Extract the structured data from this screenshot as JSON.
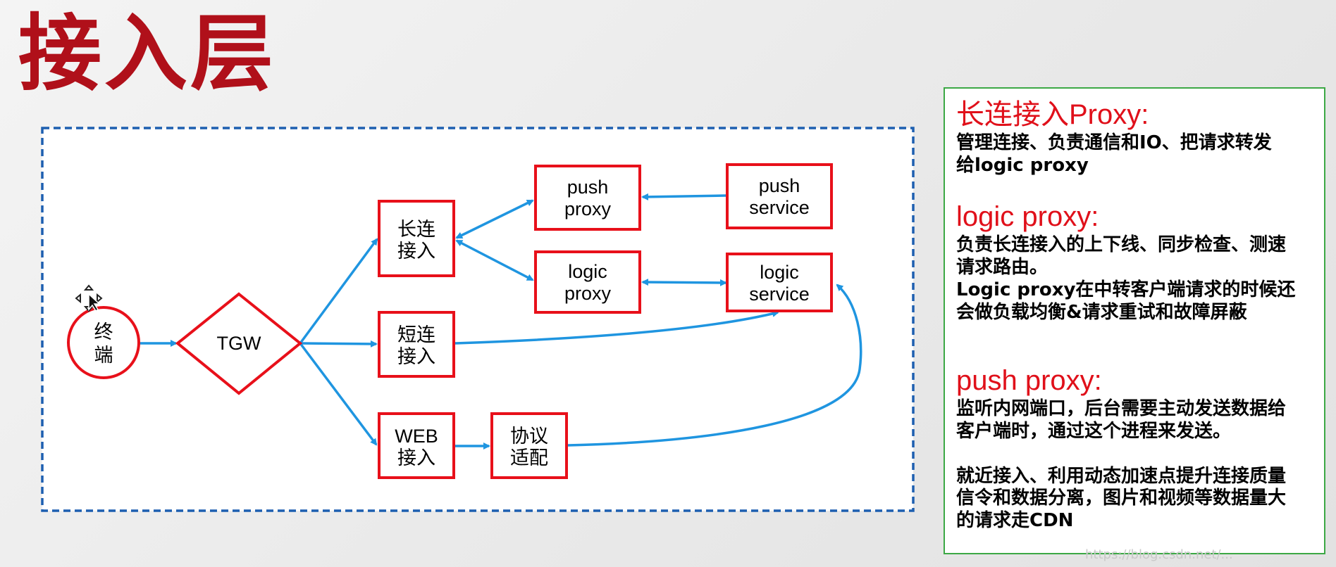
{
  "title": "接入层",
  "diagram": {
    "nodes": {
      "terminal": [
        "终",
        "端"
      ],
      "tgw": [
        "TGW"
      ],
      "long_conn": [
        "长连",
        "接入"
      ],
      "short_conn": [
        "短连",
        "接入"
      ],
      "web_conn": [
        "WEB",
        "接入"
      ],
      "protocol_adapt": [
        "协议",
        "适配"
      ],
      "push_proxy": [
        "push",
        "proxy"
      ],
      "logic_proxy": [
        "logic",
        "proxy"
      ],
      "push_service": [
        "push",
        "service"
      ],
      "logic_service": [
        "logic",
        "service"
      ]
    },
    "edges": [
      {
        "from": "终端",
        "to": "TGW"
      },
      {
        "from": "TGW",
        "to": "长连接入"
      },
      {
        "from": "TGW",
        "to": "短连接入"
      },
      {
        "from": "TGW",
        "to": "WEB接入"
      },
      {
        "from": "长连接入",
        "to": "push proxy",
        "bidirectional": true
      },
      {
        "from": "长连接入",
        "to": "logic proxy",
        "bidirectional": true
      },
      {
        "from": "push service",
        "to": "push proxy"
      },
      {
        "from": "logic proxy",
        "to": "logic service",
        "bidirectional": true
      },
      {
        "from": "短连接入",
        "to": "logic service"
      },
      {
        "from": "WEB接入",
        "to": "协议适配"
      },
      {
        "from": "协议适配",
        "to": "logic service"
      }
    ],
    "colors": {
      "node_border": "#e8101a",
      "arrow": "#1f95e0",
      "frame": "#1d5fb0"
    }
  },
  "notes": {
    "long_proxy_heading": "长连接入Proxy:",
    "long_proxy_body": "管理连接、负责通信和IO、把请求转发\n给logic proxy",
    "logic_proxy_heading": "logic proxy:",
    "logic_proxy_body": "负责长连接入的上下线、同步检查、测速\n请求路由。\nLogic proxy在中转客户端请求的时候还\n会做负载均衡&请求重试和故障屏蔽",
    "push_proxy_heading": "push proxy:",
    "push_proxy_body": "监听内网端口，后台需要主动发送数据给\n客户端时，通过这个进程来发送。",
    "extra_body": "就近接入、利用动态加速点提升连接质量\n信令和数据分离，图片和视频等数据量大\n的请求走CDN"
  },
  "watermark": "https://blog.csdn.net/..."
}
